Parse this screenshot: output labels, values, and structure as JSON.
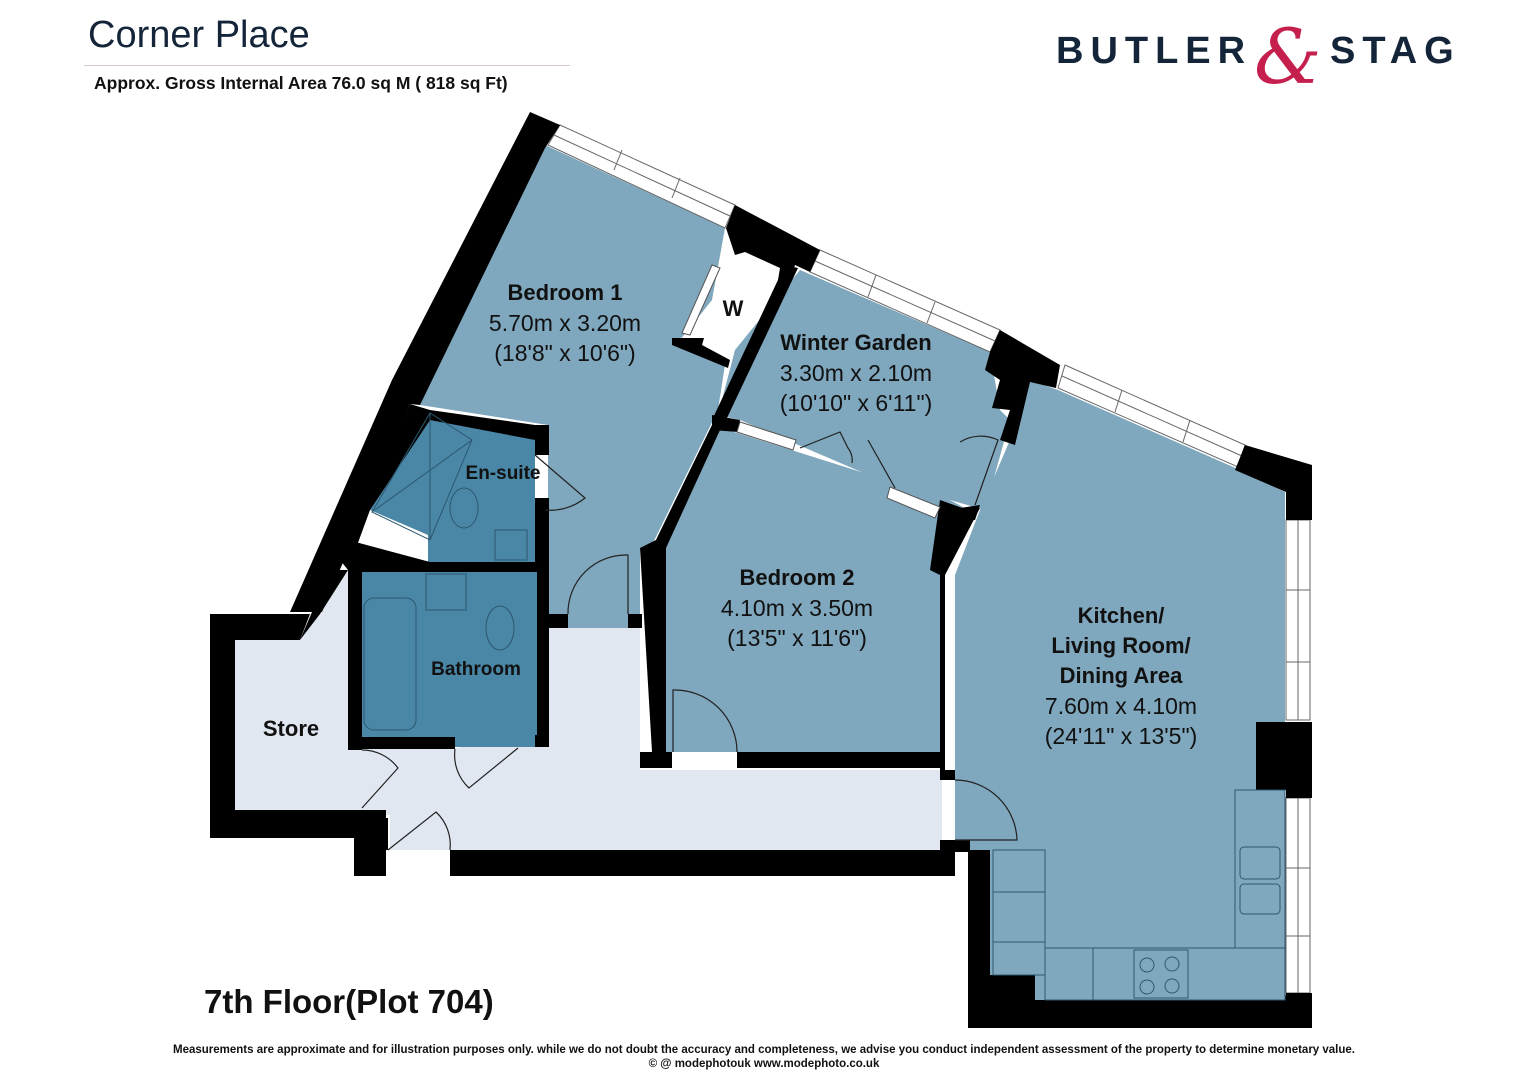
{
  "header": {
    "title": "Corner Place",
    "subtitle": "Approx. Gross Internal Area 76.0 sq M ( 818 sq Ft)"
  },
  "logo": {
    "left": "BUTLER",
    "amp": "&",
    "right": "STAG",
    "colors": {
      "text": "#14253a",
      "amp": "#c51f4d"
    }
  },
  "floor_label": "7th Floor(Plot 704)",
  "colors": {
    "room_main": "#7fa7bd",
    "room_wet": "#4a86a6",
    "hall": "#e1e7f0",
    "wall": "#000000"
  },
  "rooms": [
    {
      "id": "bedroom1",
      "name": "Bedroom 1",
      "dim_m": "5.70m x 3.20m",
      "dim_ft": "(18'8\" x 10'6\")"
    },
    {
      "id": "wardrobe",
      "name": "W"
    },
    {
      "id": "winter_garden",
      "name": "Winter Garden",
      "dim_m": "3.30m x 2.10m",
      "dim_ft": "(10'10\" x 6'11\")"
    },
    {
      "id": "ensuite",
      "name": "En-suite"
    },
    {
      "id": "bathroom",
      "name": "Bathroom"
    },
    {
      "id": "bedroom2",
      "name": "Bedroom 2",
      "dim_m": "4.10m x 3.50m",
      "dim_ft": "(13'5\" x 11'6\")"
    },
    {
      "id": "kitchen",
      "name_lines": [
        "Kitchen/",
        "Living Room/",
        "Dining Area"
      ],
      "dim_m": "7.60m x 4.10m",
      "dim_ft": "(24'11\" x 13'5\")"
    },
    {
      "id": "store",
      "name": "Store"
    }
  ],
  "footer": {
    "disclaimer": "Measurements are approximate and for illustration purposes only. while we do not doubt the accuracy and completeness, we advise you conduct independent assessment of the property to determine monetary value.",
    "credit": "© @ modephotouk www.modephoto.co.uk"
  }
}
